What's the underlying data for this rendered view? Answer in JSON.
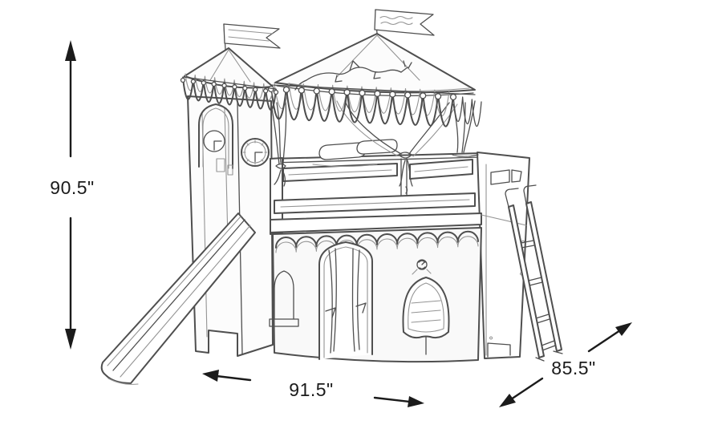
{
  "illustration": {
    "subject": "castle loft bed with tower, tent canopy, slide, ladder and play curtain",
    "style": "pencil sketch line drawing"
  },
  "measurements": {
    "height": {
      "value": "90.5\"",
      "orientation": "vertical",
      "position": "left"
    },
    "width": {
      "value": "91.5\"",
      "orientation": "horizontal",
      "position": "bottom"
    },
    "depth": {
      "value": "85.5\"",
      "orientation": "diagonal",
      "position": "bottom-right"
    }
  },
  "icons": {
    "height_arrow": "double-headed-arrow-vertical",
    "width_arrow": "double-headed-arrow-horizontal",
    "depth_arrow": "double-headed-arrow-diagonal"
  },
  "colors": {
    "background": "#ffffff",
    "sketch_line": "#4f4f4f",
    "sketch_light": "#949494",
    "dimension_ink": "#1b1b1b"
  }
}
